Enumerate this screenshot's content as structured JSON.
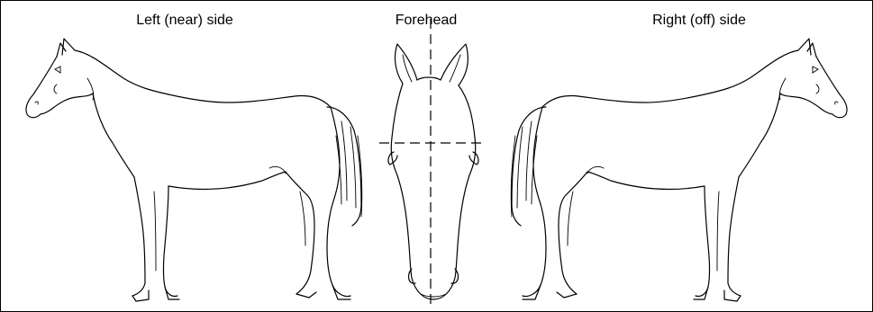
{
  "titles": {
    "left": "Left (near) side",
    "forehead": "Forehead",
    "right": "Right (off) side"
  },
  "colors": {
    "line": "#000000",
    "background": "#ffffff"
  }
}
